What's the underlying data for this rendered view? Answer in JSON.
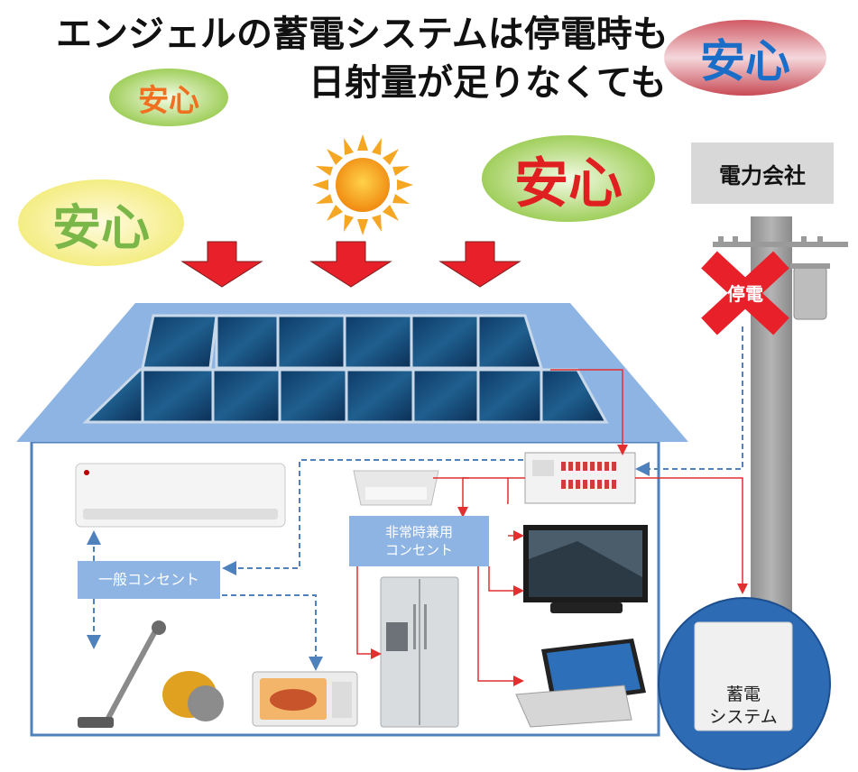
{
  "headline": {
    "line1": "エンジェルの蓄電システムは停電時も",
    "line2": "日射量が足りなくても"
  },
  "badges": {
    "top_right": "安心",
    "top_left": "安心",
    "mid_right": "安心",
    "left": "安心"
  },
  "utility": {
    "company_label": "電力会社",
    "outage_label": "停電"
  },
  "labels": {
    "general_outlet": "一般コンセント",
    "emergency_outlet_line1": "非常時兼用",
    "emergency_outlet_line2": "コンセント",
    "battery_line1": "蓄電",
    "battery_line2": "システム"
  },
  "colors": {
    "roof": "#8eb4e3",
    "wire_red": "#e03030",
    "wire_blue_dashed": "#4f81bd",
    "arrow_red": "#e8202a",
    "badge_text_orange": "#f07020",
    "badge_text_blue": "#1a6ec8",
    "badge_text_red": "#e02020",
    "badge_text_green": "#7ab648"
  },
  "icons": [
    "sun-icon",
    "down-arrow-icon",
    "solar-panel-icon",
    "air-conditioner-icon",
    "ceiling-light-icon",
    "breaker-panel-icon",
    "tv-icon",
    "refrigerator-icon",
    "tablet-icon",
    "vacuum-icon",
    "microwave-icon",
    "utility-pole-icon",
    "outage-x-icon",
    "battery-unit-icon"
  ]
}
